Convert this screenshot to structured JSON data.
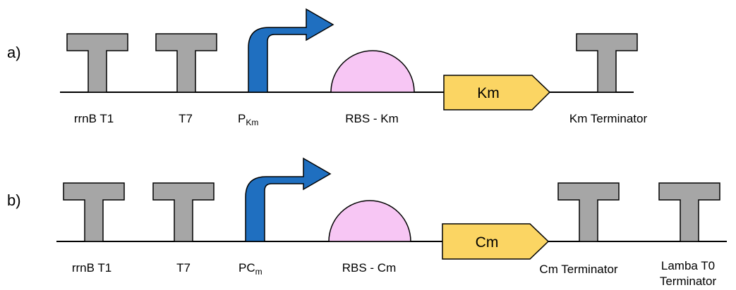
{
  "colors": {
    "terminator": "#a6a6a6",
    "promoter": "#1f6fc0",
    "rbs": "#f7c6f4",
    "gene": "#fbd563",
    "outline": "#000000"
  },
  "constructs": [
    {
      "row_label": "a)",
      "labels": {
        "t1": "rrnB T1",
        "t2": "T7",
        "promoter_main": "P",
        "promoter_sub": "Km",
        "rbs": "RBS - Km",
        "gene": "Km",
        "term_a": "Km Terminator"
      }
    },
    {
      "row_label": "b)",
      "labels": {
        "t1": "rrnB T1",
        "t2": "T7",
        "promoter_main": "PC",
        "promoter_sub": "m",
        "rbs": "RBS - Cm",
        "gene": "Cm",
        "term_a": "Cm Terminator",
        "term_b_line1": "Lamba T0",
        "term_b_line2": "Terminator"
      }
    }
  ]
}
